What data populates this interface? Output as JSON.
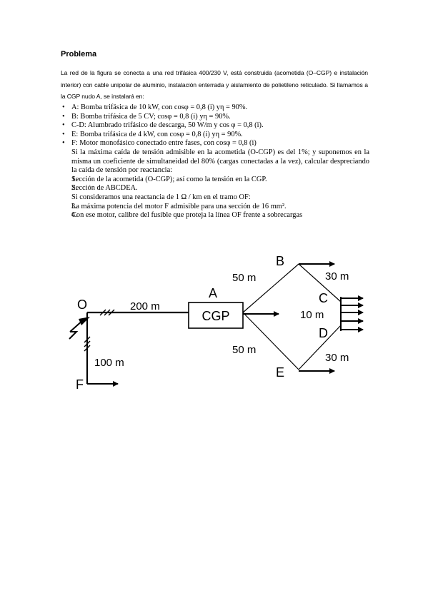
{
  "title": "Problema",
  "intro": "La red de la figura se conecta a una red trifásica 400/230 V, está construida (acometida (O–CGP) e instalación interior) con cable unipolar de aluminio, instalación enterrada y aislamiento de polietileno reticulado. Si llamamos a la CGP nudo A, se instalará en:",
  "loads": [
    "A: Bomba trifásica de 10 kW, con cosφ = 0,8 (i) yη = 90%.",
    "B: Bomba trifásica de 5 CV; cosφ = 0,8 (i) yη = 90%.",
    "C-D: Alumbrado trifásico de descarga, 50 W/m y cos φ = 0,8 (i).",
    "E: Bomba trifásica de 4 kW, con cosφ = 0,8 (i) yη = 90%.",
    "F: Motor monofásico conectado entre fases, con cosφ = 0,8 (i)"
  ],
  "statement": "Si la máxima caída de tensión admisible en la acometida (O-CGP) es del 1%; y suponemos en la misma un coeficiente de simultaneidad del 80% (cargas conectadas a la vez), calcular despreciando la caída de tensión por reactancia:",
  "questions_1": [
    {
      "num": "1.",
      "text": "Sección de la acometida (O-CGP); así como la tensión en la CGP."
    },
    {
      "num": "2.",
      "text": "Sección de ABCDEA."
    }
  ],
  "reactance_note": "Si consideramos una reactancia de 1 Ω / km en el tramo OF:",
  "questions_2": [
    {
      "num": "3.",
      "text": "La máxima potencia del motor F admisible para una sección de 16 mm²."
    },
    {
      "num": "4.",
      "text": "Con ese motor, calibre del fusible que proteja la línea OF frente a sobrecargas"
    }
  ],
  "diagram": {
    "node_o": "O",
    "node_a": "A",
    "node_b": "B",
    "node_c": "C",
    "node_d": "D",
    "node_e": "E",
    "node_f": "F",
    "cgp_label": "CGP",
    "len_oa": "200 m",
    "len_of": "100 m",
    "len_ab": "50 m",
    "len_ae": "50 m",
    "len_bc": "30 m",
    "len_cd": "10 m",
    "len_de": "30 m"
  }
}
